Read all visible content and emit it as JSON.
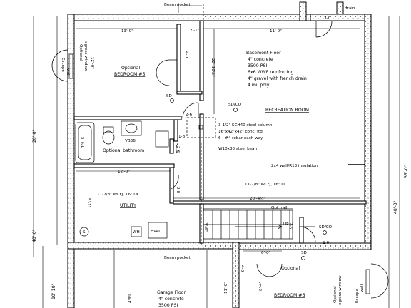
{
  "labels": {
    "beam_pocket_top": "Beam pocket",
    "beam_pocket_bottom": "Beam pocket",
    "drain": "drain",
    "dim_3_0_top": "3-0",
    "dim_13_0": "13'-0\"",
    "dim_2_1": "2'-1\"",
    "dim_11_0": "11'-0\"",
    "dim_12_0_v": "12'-0\"",
    "dim_4_0_left": "4-0",
    "dim_22_10": "22'-10½\"",
    "dim_12_0_h": "12'-0\"",
    "dim_2_6_a": "2-6",
    "dim_2_6_b": "2-6",
    "dim_1_8": "1-8",
    "dim_2_8": "2-8",
    "dim_3_6": "3'-6\"",
    "dim_20_4": "20'-4½\"",
    "dim_6_0": "6'-0\"",
    "dim_4_0_right": "4-0",
    "dim_2_6_c": "2-6",
    "dim_2_6_d": "2-6",
    "dim_28_0": "28'-0\"",
    "dim_48_0_left": "48'-0\"",
    "dim_48_0_right": "48'-0\"",
    "dim_35_0": "35'-0\"",
    "dim_10_10": "10'-10\"",
    "dim_11_0_v": "11'-0\"",
    "dim_5_1": "5'-1\"",
    "dim_8_4": "8'-4\"",
    "dim_4_fl": "4'/FL",
    "escape_well_left": "Escape",
    "escape_well_left_2": "well",
    "egress_left_1": "Optional",
    "egress_left_2": "egress window",
    "escape_well_right": "Escape",
    "escape_well_right_2": "well",
    "egress_right_1": "Optional",
    "egress_right_2": "egress window",
    "bedroom5_optional": "Optional",
    "bedroom5": "BEDROOM #5",
    "bedroom6_optional": "Optional",
    "bedroom6": "BEDROOM #6",
    "basement_floor": "Basement Floor",
    "basement_line1": "4\" concrete",
    "basement_line2": "3500 PSI",
    "basement_line3": "6x6 WWF reinforcing",
    "basement_line4": "4\" gravel with french drain",
    "basement_line5": "4 mil poly",
    "sd": "SD",
    "sdco": "SD/CO",
    "rec_room": "RECREATION ROOM",
    "column_1": "3-1/2\" SCH40 steel column",
    "column_2": "16\"x42\"x42\" conc. ftg.",
    "column_3": "6 - #4 rebar each way",
    "beam": "W10x30 steel beam",
    "insulation": "2x4 wall/R13 insulation",
    "joist_rec": "11-7/8\" WI FJ, 16\" OC",
    "joist_util": "11-7/8\" WI FJ, 16\" OC",
    "tub": "5' tub",
    "vb": "VB36",
    "opt_bathroom": "Optional bathroom",
    "utility": "UTILITY",
    "hvac": "HVAC",
    "wh": "WH",
    "opt_rail": "Opt. rail",
    "up": "UP",
    "sdco_2": "SD/CO",
    "sd_2": "SD",
    "garage_floor": "Garage Floor",
    "garage_line1": "4\" concrete",
    "garage_line2": "3500 PSI",
    "circle_marker": "S"
  }
}
